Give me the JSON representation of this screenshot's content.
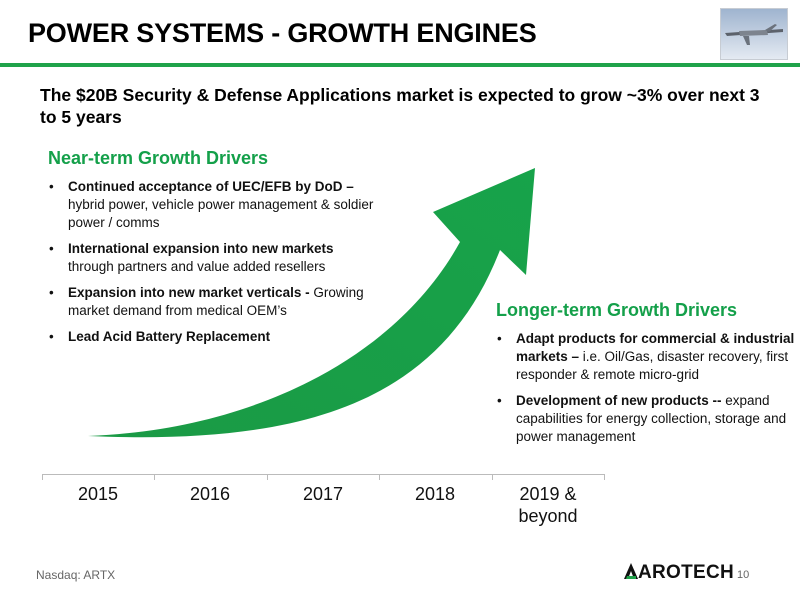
{
  "header": {
    "title": "POWER SYSTEMS - GROWTH ENGINES",
    "accent_color": "#1fa34a",
    "image_icon": "drone-photo"
  },
  "headline": "The $20B Security & Defense Applications market is expected to grow ~3% over next 3 to 5 years",
  "near_term": {
    "heading": "Near-term Growth Drivers",
    "items": [
      {
        "bold": "Continued acceptance of UEC/EFB by DoD –",
        "text": " hybrid power, vehicle power management & soldier power / comms"
      },
      {
        "bold": "International expansion into new markets",
        "text": " through  partners and value added resellers"
      },
      {
        "bold": "Expansion into new market verticals -",
        "text": " Growing market demand from medical OEM’s"
      },
      {
        "bold": "Lead Acid Battery Replacement",
        "text": ""
      }
    ]
  },
  "longer_term": {
    "heading": "Longer-term Growth Drivers",
    "items": [
      {
        "bold": "Adapt products for commercial & industrial markets –",
        "text": " i.e. Oil/Gas, disaster recovery, first responder & remote micro-grid"
      },
      {
        "bold": "Development of new products --",
        "text": " expand capabilities for energy collection, storage and power management"
      }
    ]
  },
  "timeline": {
    "years": [
      "2015",
      "2016",
      "2017",
      "2018",
      "2019 &\nbeyond"
    ]
  },
  "footer": {
    "left": "Nasdaq: ARTX",
    "logo": "AROTECH",
    "page": "10"
  }
}
